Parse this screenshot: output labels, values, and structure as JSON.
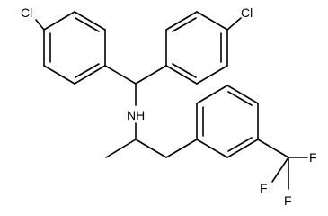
{
  "molecule": {
    "atoms": {
      "cl_left": "Cl",
      "cl_right": "Cl",
      "nh": "NH",
      "f_top": "F",
      "f_mid": "F",
      "f_bottom": "F"
    }
  },
  "colors": {
    "bond": "#000000",
    "label": "#000000",
    "background": "#ffffff"
  }
}
